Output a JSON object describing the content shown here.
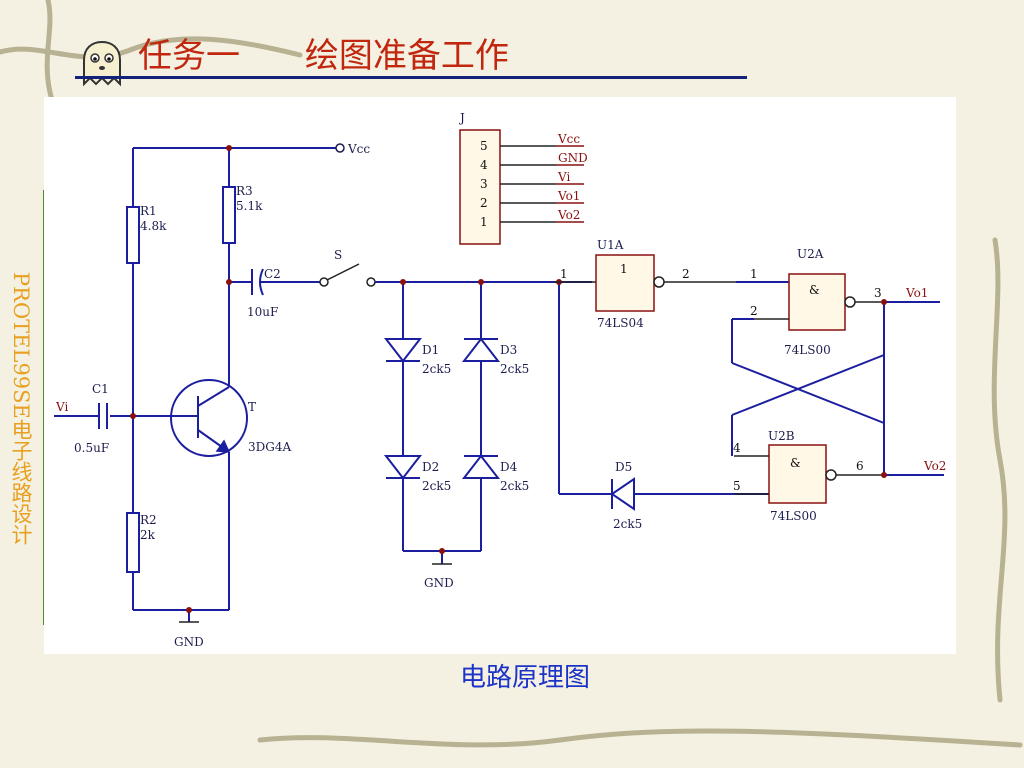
{
  "slide": {
    "title": "任务一      绘图准备工作",
    "side_label": "PROTEL99SE电子线路设计",
    "caption": "电路原理图"
  },
  "colors": {
    "title": "#c0270e",
    "rule": "#14237a",
    "side_label": "#e8a020",
    "caption": "#1c33c8",
    "wire": "#1c1ea0",
    "pin_label": "#8a1010"
  },
  "icons": {
    "logo": "ghost-icon"
  },
  "schematic": {
    "nets": {
      "vcc": "Vcc",
      "gnd": "GND",
      "vi": "Vi",
      "vo1": "Vo1",
      "vo2": "Vo2"
    },
    "connector": {
      "ref": "J",
      "pins": [
        "5",
        "4",
        "3",
        "2",
        "1"
      ],
      "pin_labels": [
        "Vcc",
        "GND",
        "Vi",
        "Vo1",
        "Vo2"
      ]
    },
    "components": {
      "r1": {
        "ref": "R1",
        "value": "4.8k"
      },
      "r2": {
        "ref": "R2",
        "value": "2k"
      },
      "r3": {
        "ref": "R3",
        "value": "5.1k"
      },
      "c1": {
        "ref": "C1",
        "value": "0.5uF"
      },
      "c2": {
        "ref": "C2",
        "value": "10uF"
      },
      "t": {
        "ref": "T",
        "value": "3DG4A"
      },
      "s": {
        "ref": "S"
      },
      "d1": {
        "ref": "D1",
        "value": "2ck5"
      },
      "d2": {
        "ref": "D2",
        "value": "2ck5"
      },
      "d3": {
        "ref": "D3",
        "value": "2ck5"
      },
      "d4": {
        "ref": "D4",
        "value": "2ck5"
      },
      "d5": {
        "ref": "D5",
        "value": "2ck5"
      },
      "u1a": {
        "ref": "U1A",
        "value": "74LS04",
        "symbol": "1",
        "pin_in": "1",
        "pin_out": "2"
      },
      "u2a": {
        "ref": "U2A",
        "value": "74LS00",
        "symbol": "&",
        "pin_a": "1",
        "pin_b": "2",
        "pin_out": "3"
      },
      "u2b": {
        "ref": "U2B",
        "value": "74LS00",
        "symbol": "&",
        "pin_a": "4",
        "pin_b": "5",
        "pin_out": "6"
      }
    }
  }
}
